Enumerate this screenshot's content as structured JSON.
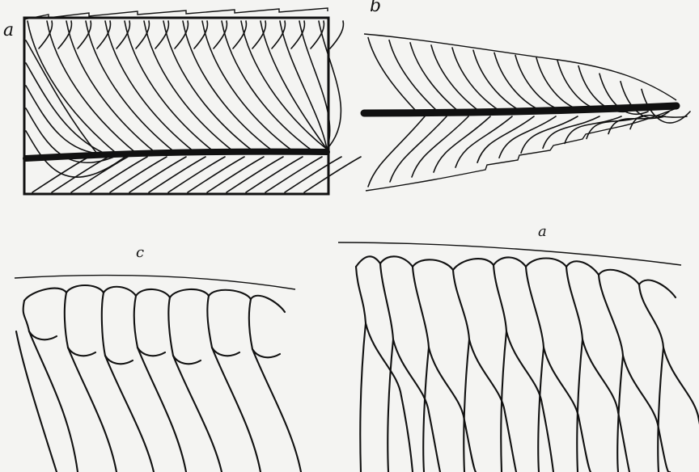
{
  "figure": {
    "panels": [
      {
        "id": "top-left",
        "label": "a"
      },
      {
        "id": "top-right",
        "label": "b"
      },
      {
        "id": "bottom-left",
        "label": "c"
      },
      {
        "id": "bottom-right",
        "label": "a"
      }
    ]
  },
  "colors": {
    "ink": "#111111",
    "paper": "#f4f4f2"
  }
}
